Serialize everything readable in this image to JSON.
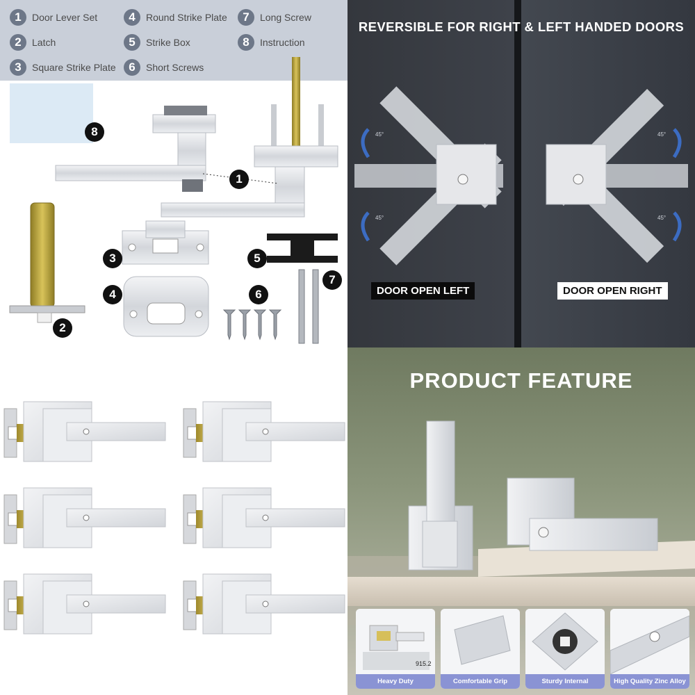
{
  "parts_legend": [
    {
      "num": "1",
      "label": "Door Lever Set"
    },
    {
      "num": "2",
      "label": "Latch"
    },
    {
      "num": "3",
      "label": "Square Strike Plate"
    },
    {
      "num": "4",
      "label": "Round Strike Plate"
    },
    {
      "num": "5",
      "label": "Strike Box"
    },
    {
      "num": "6",
      "label": "Short Screws"
    },
    {
      "num": "7",
      "label": "Long Screw"
    },
    {
      "num": "8",
      "label": "Instruction"
    }
  ],
  "part_badges": {
    "instruction": "8",
    "lever": "1",
    "latch": "2",
    "square_strike": "3",
    "round_strike": "4",
    "strike_box": "5",
    "short_screws": "6",
    "long_screw": "7"
  },
  "reversible": {
    "title": "REVERSIBLE FOR RIGHT & LEFT HANDED DOORS",
    "angle_label": "45°",
    "left_label": "DOOR OPEN LEFT",
    "right_label": "DOOR OPEN RIGHT"
  },
  "feature": {
    "title": "PRODUCT FEATURE",
    "cards": [
      {
        "caption": "Heavy Duty",
        "value": "915.2"
      },
      {
        "caption": "Comfortable Grip"
      },
      {
        "caption": "Sturdy Internal"
      },
      {
        "caption": "High Quality Zinc Alloy"
      }
    ]
  },
  "colors": {
    "legend_bg": "#c9cfd9",
    "badge_dark": "#111111",
    "door_dark": "#2d3036",
    "caption_blue": "#8a93d4"
  },
  "icons": [
    "thumb-turn-icon",
    "rotate-arrow-icon"
  ]
}
